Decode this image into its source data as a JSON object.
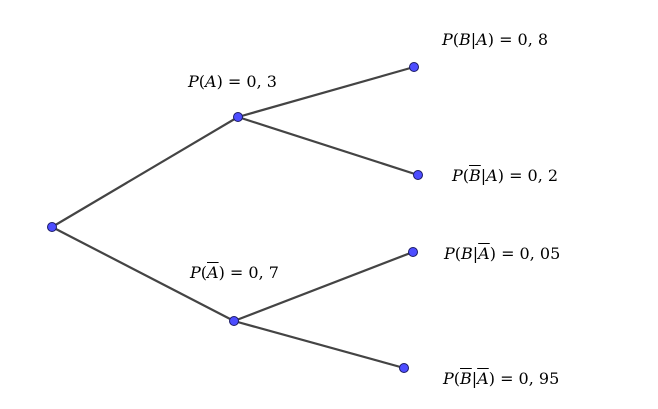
{
  "colors": {
    "edge": "#444444",
    "node_fill": "#4d4dff",
    "node_stroke": "#1a1a66"
  },
  "nodes": [
    {
      "id": "root"
    },
    {
      "id": "A"
    },
    {
      "id": "A_bar"
    },
    {
      "id": "B_given_A"
    },
    {
      "id": "Bbar_given_A"
    },
    {
      "id": "B_given_Abar"
    },
    {
      "id": "Bbar_given_Abar"
    }
  ],
  "edges": [
    {
      "from": "root",
      "to": "A"
    },
    {
      "from": "root",
      "to": "A_bar"
    },
    {
      "from": "A",
      "to": "B_given_A"
    },
    {
      "from": "A",
      "to": "Bbar_given_A"
    },
    {
      "from": "A_bar",
      "to": "B_given_Abar"
    },
    {
      "from": "A_bar",
      "to": "Bbar_given_Abar"
    }
  ],
  "labels": [
    {
      "name": "label-p-a",
      "parts": [
        {
          "t": "P",
          "it": true
        },
        {
          "t": "("
        },
        {
          "t": "A",
          "it": true
        },
        {
          "t": ") = 0, 3"
        }
      ]
    },
    {
      "name": "label-p-a-bar",
      "parts": [
        {
          "t": "P",
          "it": true
        },
        {
          "t": "("
        },
        {
          "t": "A",
          "it": true,
          "bar": true
        },
        {
          "t": ") = 0, 7"
        }
      ]
    },
    {
      "name": "label-p-b-given-a",
      "parts": [
        {
          "t": "P",
          "it": true
        },
        {
          "t": "("
        },
        {
          "t": "B",
          "it": true
        },
        {
          "t": "|"
        },
        {
          "t": "A",
          "it": true
        },
        {
          "t": ") = 0, 8"
        }
      ]
    },
    {
      "name": "label-p-bbar-given-a",
      "parts": [
        {
          "t": "P",
          "it": true
        },
        {
          "t": "("
        },
        {
          "t": "B",
          "it": true,
          "bar": true
        },
        {
          "t": "|"
        },
        {
          "t": "A",
          "it": true
        },
        {
          "t": ") = 0, 2"
        }
      ]
    },
    {
      "name": "label-p-b-given-abar",
      "parts": [
        {
          "t": "P",
          "it": true
        },
        {
          "t": "("
        },
        {
          "t": "B",
          "it": true
        },
        {
          "t": "|"
        },
        {
          "t": "A",
          "it": true,
          "bar": true
        },
        {
          "t": ") = 0, 05"
        }
      ]
    },
    {
      "name": "label-p-bbar-given-abar",
      "parts": [
        {
          "t": "P",
          "it": true
        },
        {
          "t": "("
        },
        {
          "t": "B",
          "it": true,
          "bar": true
        },
        {
          "t": "|"
        },
        {
          "t": "A",
          "it": true,
          "bar": true
        },
        {
          "t": ") = 0, 95"
        }
      ]
    }
  ]
}
